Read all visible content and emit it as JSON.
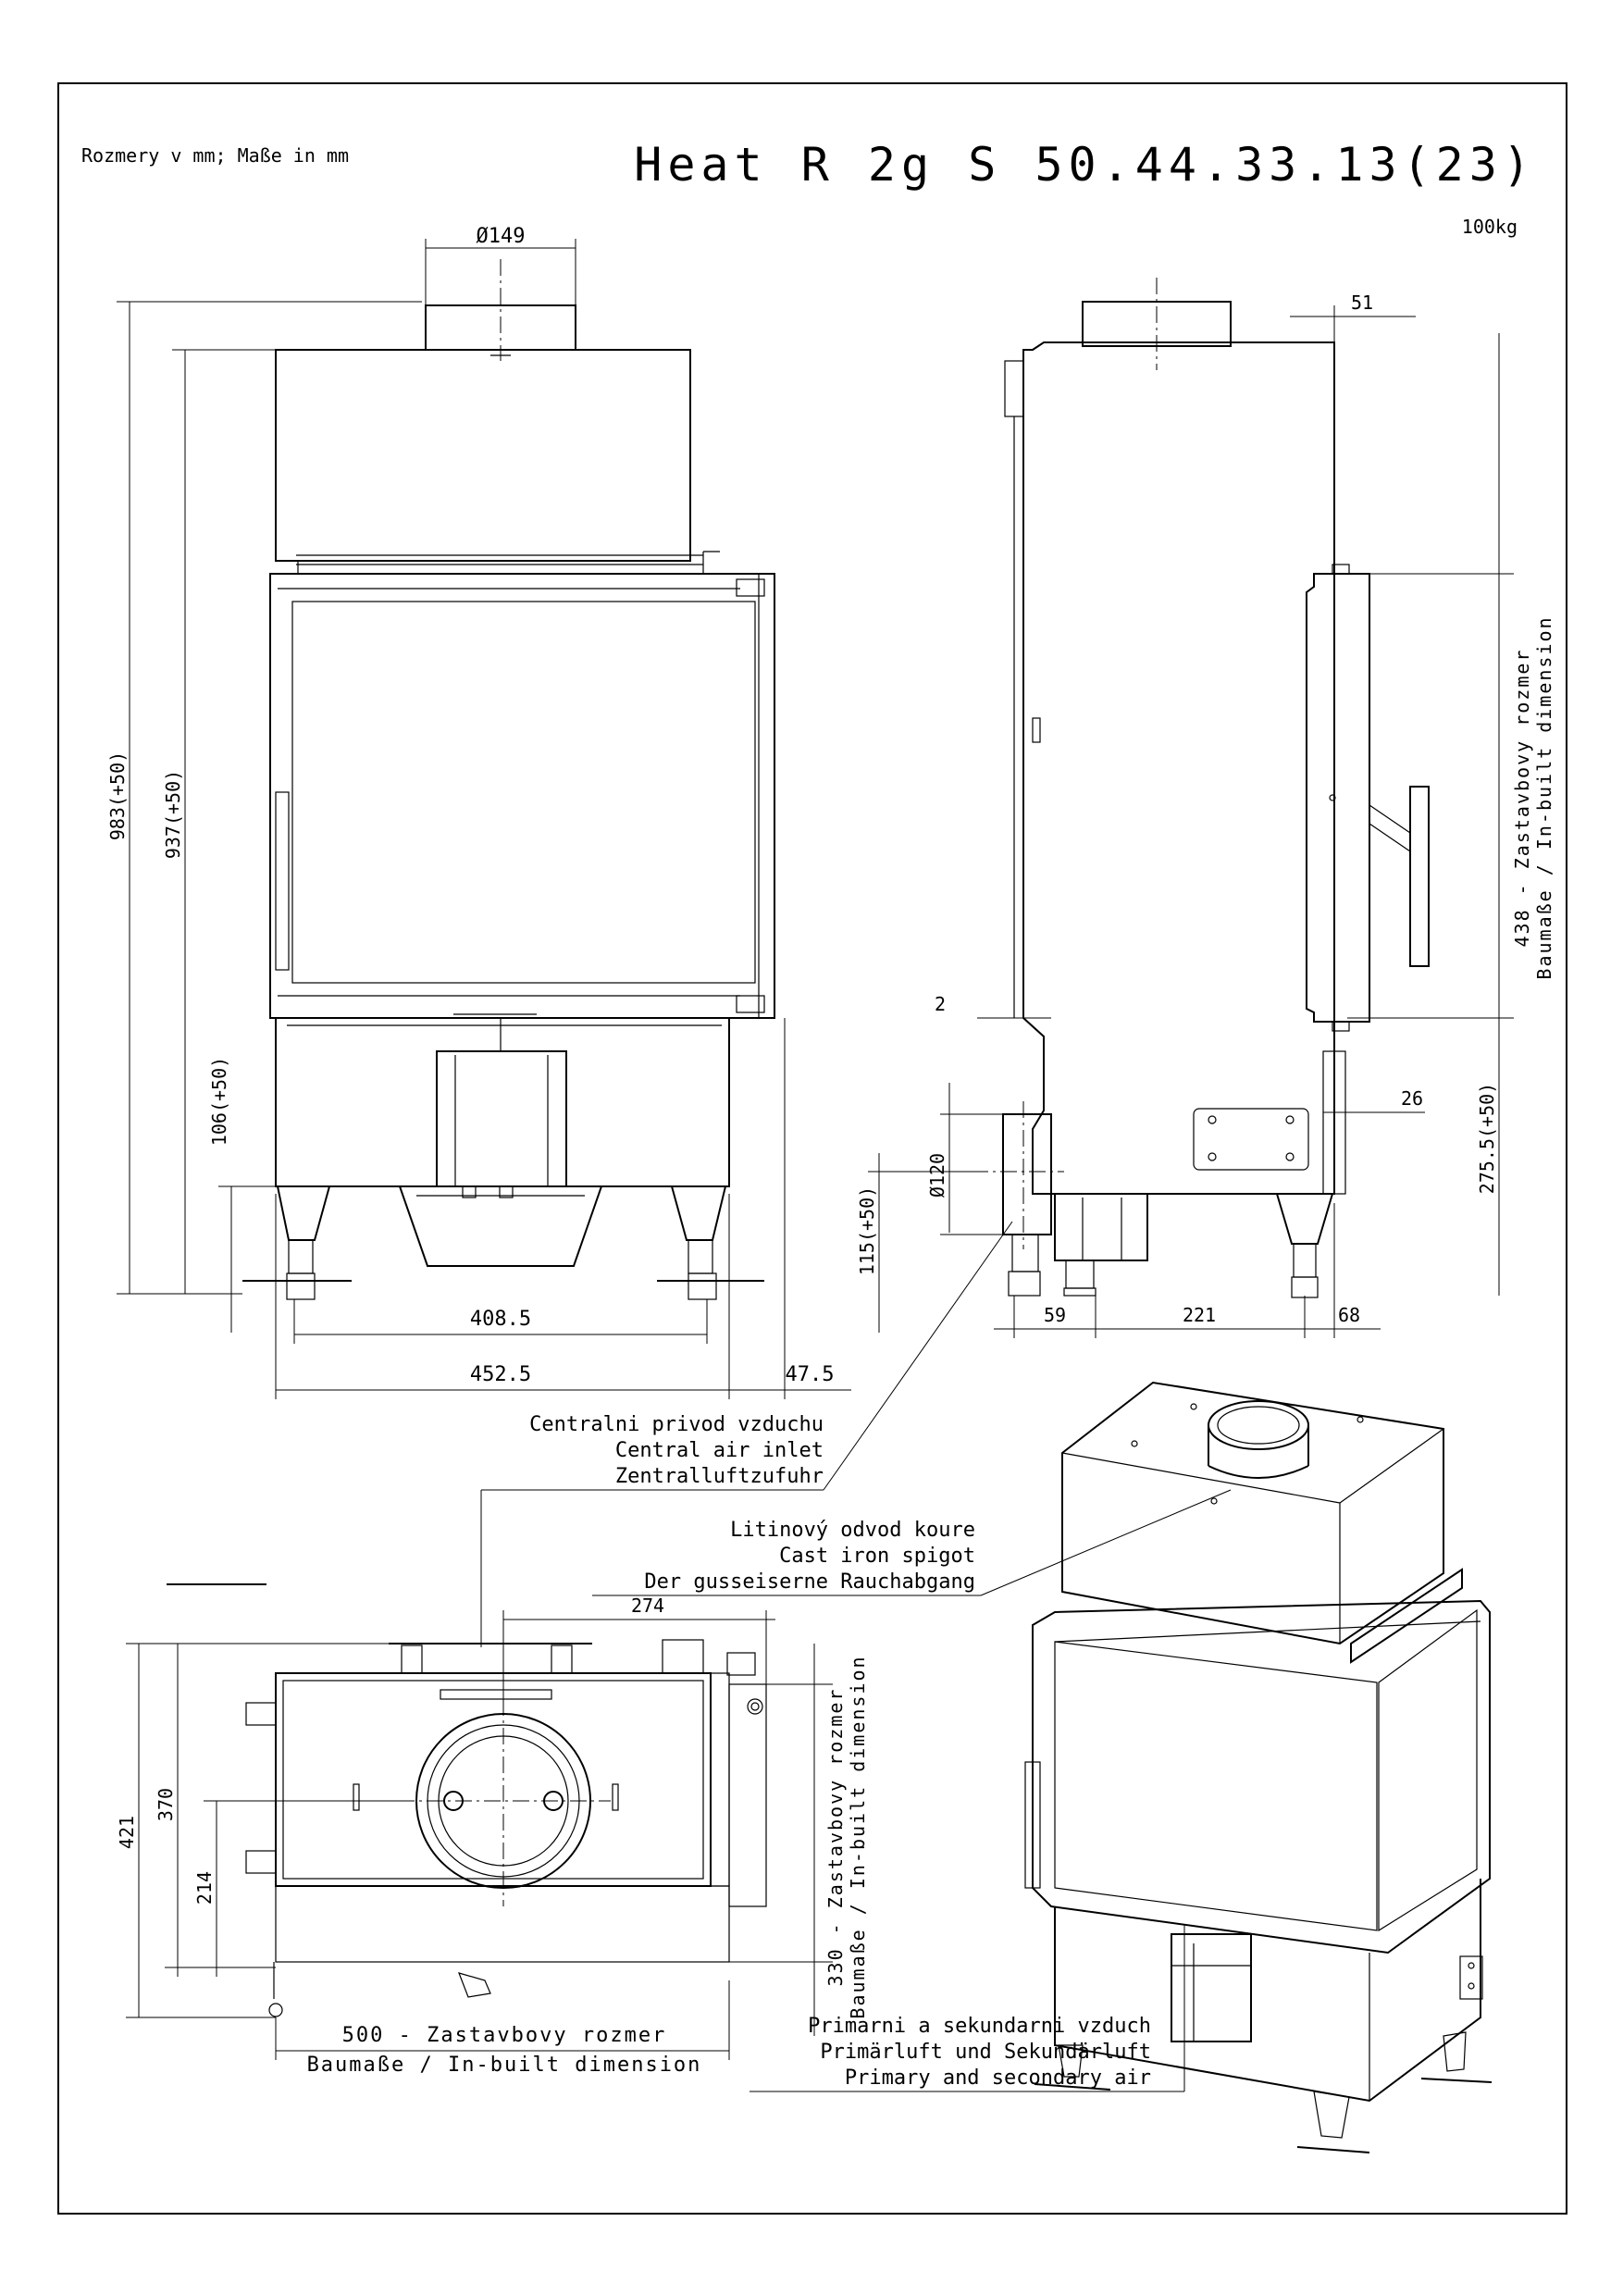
{
  "header": {
    "units_note": "Rozmery v mm; Maße in mm",
    "title": "Heat R 2g S 50.44.33.13(23)",
    "weight": "100kg"
  },
  "front_view": {
    "flue_diameter": "Ø149",
    "total_height": "983(+50)",
    "body_height": "937(+50)",
    "leg_height": "106(+50)",
    "inner_width": "408.5",
    "outer_width": "452.5",
    "side_offset": "47.5"
  },
  "side_view": {
    "top_offset": "51",
    "in_built_height": "438 - Zastavbovy rozmer",
    "in_built_height_de_en": "Baumaße / In-built dimension",
    "gap": "2",
    "frame_offset": "26",
    "air_inlet_diameter": "Ø120",
    "air_inlet_height": "115(+50)",
    "lower_height": "275.5(+50)",
    "depth_1": "59",
    "depth_2": "221",
    "depth_3": "68"
  },
  "callouts": {
    "central_air_cz": "Centralni privod vzduchu",
    "central_air_en": "Central air inlet",
    "central_air_de": "Zentralluftzufuhr",
    "spigot_cz": "Litinový odvod koure",
    "spigot_en": "Cast iron spigot",
    "spigot_de": "Der gusseiserne Rauchabgang",
    "primary_cz": "Primarni a sekundarni vzduch",
    "primary_de": "Primärluft und Sekundärluft",
    "primary_en": "Primary and secondary air"
  },
  "top_view": {
    "flue_offset": "274",
    "total_depth": "421",
    "depth_370": "370",
    "depth_214": "214",
    "in_built_depth": "330 - Zastavbovy rozmer",
    "in_built_depth_de_en": "Baumaße / In-built dimension",
    "in_built_width": "500 - Zastavbovy rozmer",
    "in_built_width_de_en": "Baumaße / In-built dimension"
  }
}
